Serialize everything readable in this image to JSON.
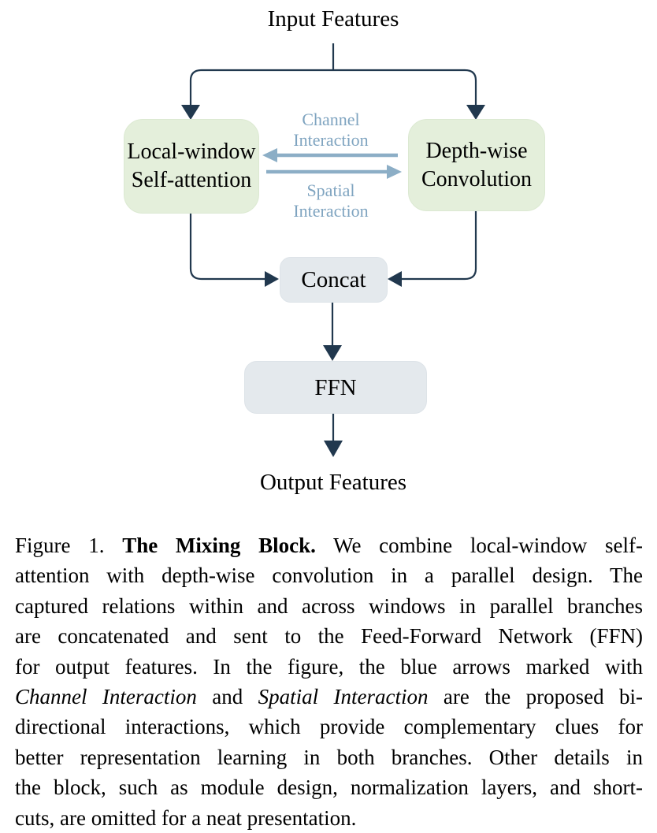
{
  "figure": {
    "diagram": {
      "input_label": "Input Features",
      "output_label": "Output Features",
      "left_box": {
        "line1": "Local-window",
        "line2": "Self-attention"
      },
      "right_box": {
        "line1": "Depth-wise",
        "line2": "Convolution"
      },
      "channel_label": {
        "line1": "Channel",
        "line2": "Interaction"
      },
      "spatial_label": {
        "line1": "Spatial",
        "line2": "Interaction"
      },
      "concat_label": "Concat",
      "ffn_label": "FFN"
    },
    "colors": {
      "background": "#FFFFFF",
      "line_navy": "#21384E",
      "arrow_blue": "#8CAEC6",
      "interaction_text_blue": "#7FA4C0",
      "box_green": "#E4EFDB",
      "box_gray": "#E4E9ED"
    },
    "caption": {
      "lines": [
        [
          {
            "t": "Figure 1. ",
            "s": "n"
          },
          {
            "t": "The Mixing Block.",
            "s": "b"
          },
          {
            "t": " We combine local-window self-",
            "s": "n"
          }
        ],
        [
          {
            "t": "attention with depth-wise convolution in a parallel design. The",
            "s": "n"
          }
        ],
        [
          {
            "t": "captured relations within and across windows in parallel branches",
            "s": "n"
          }
        ],
        [
          {
            "t": "are concatenated and sent to the Feed-Forward Network (FFN)",
            "s": "n"
          }
        ],
        [
          {
            "t": "for output features. In the figure, the blue arrows marked with",
            "s": "n"
          }
        ],
        [
          {
            "t": "Channel Interaction",
            "s": "i"
          },
          {
            "t": " and ",
            "s": "n"
          },
          {
            "t": "Spatial Interaction",
            "s": "i"
          },
          {
            "t": " are the proposed bi-",
            "s": "n"
          }
        ],
        [
          {
            "t": "directional interactions, which provide complementary clues for",
            "s": "n"
          }
        ],
        [
          {
            "t": "better representation learning in both branches. Other details in",
            "s": "n"
          }
        ],
        [
          {
            "t": "the block, such as module design, normalization layers, and short-",
            "s": "n"
          }
        ],
        [
          {
            "t": "cuts, are omitted for a neat presentation.",
            "s": "n"
          }
        ]
      ]
    }
  }
}
